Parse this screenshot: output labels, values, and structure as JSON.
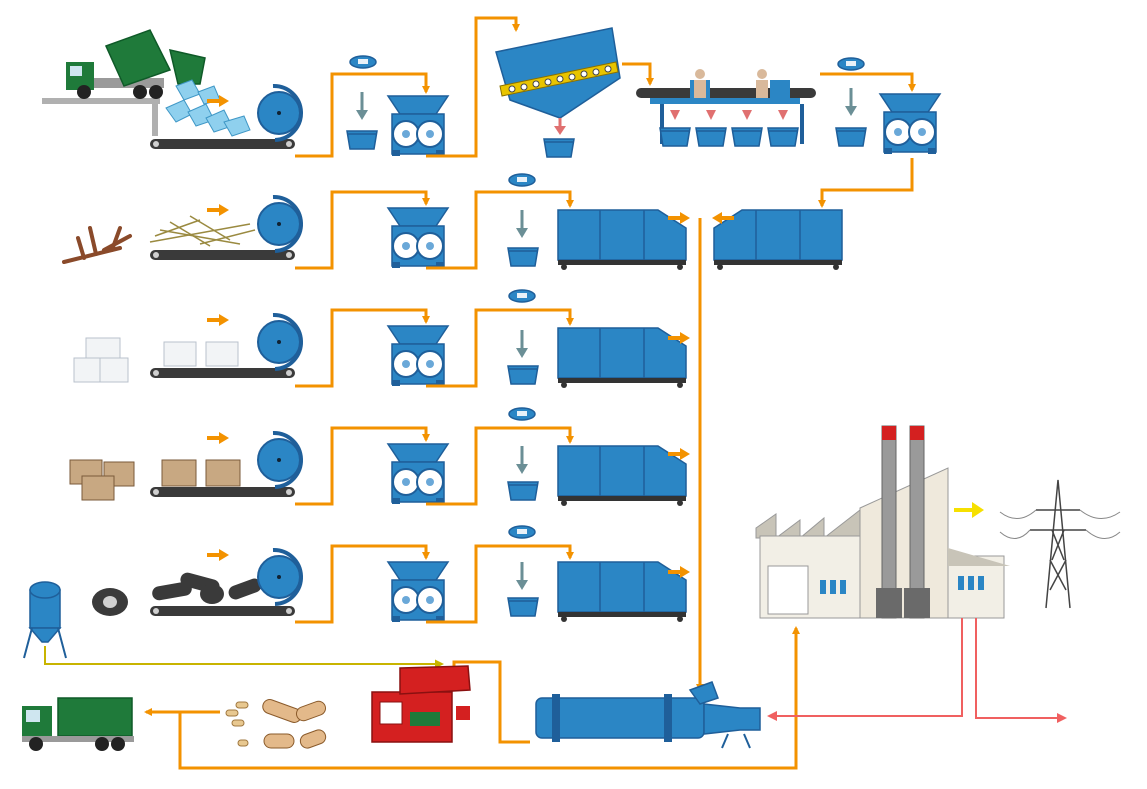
{
  "diagram": {
    "title": "",
    "process_rows": [
      {
        "material": "household-waste",
        "icon": "garbage-truck-icon"
      },
      {
        "material": "wood-branches",
        "icon": "branch-icon"
      },
      {
        "material": "paper-bales",
        "icon": "paper-bale-icon"
      },
      {
        "material": "wooden-pallets",
        "icon": "pallet-icon"
      },
      {
        "material": "tyres",
        "icon": "tyre-icon"
      }
    ],
    "colors": {
      "flow": "#f39200",
      "machine": "#2b86c5",
      "machine_dark": "#1f5f9a",
      "arrow_grey": "#6b8f96",
      "arrow_red": "#e07070",
      "power_line": "#f06060",
      "truck_green": "#1f7a3a",
      "press_red": "#d42020",
      "biomass_line": "#c8b400"
    }
  }
}
